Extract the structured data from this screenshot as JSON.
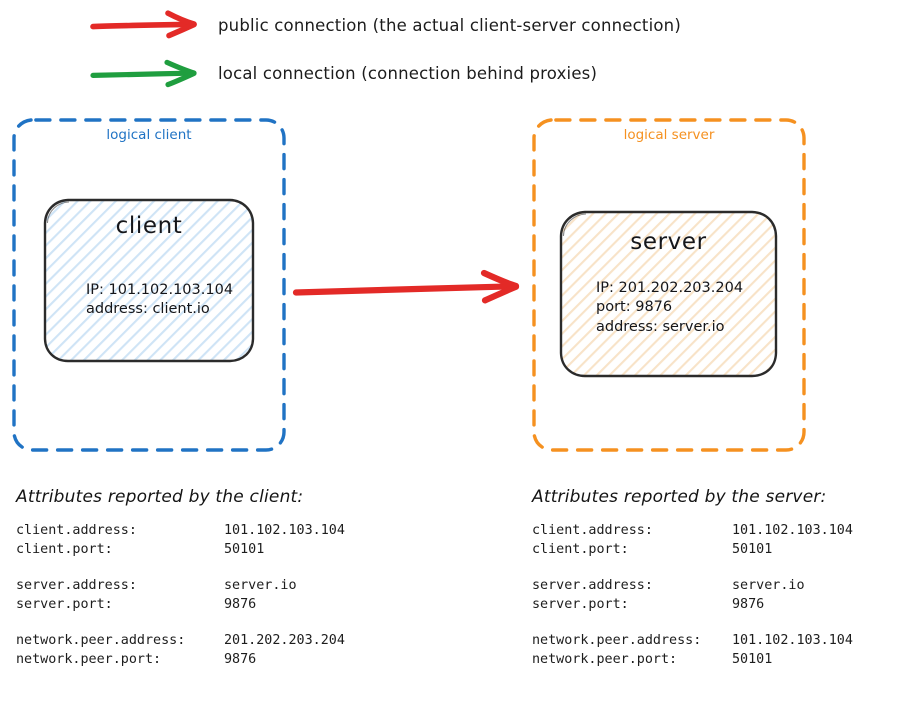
{
  "legend": {
    "items": [
      {
        "icon": "red-arrow-icon",
        "color": "#e32a27",
        "label": "public connection (the actual client-server connection)"
      },
      {
        "icon": "green-arrow-icon",
        "color": "#1f9e3f",
        "label": "local connection (connection behind proxies)"
      }
    ]
  },
  "diagram": {
    "client_group": {
      "title": "logical client",
      "border_color": "#2073c4",
      "node": {
        "title": "client",
        "fill_color": "#e8f2fb",
        "attributes": [
          "IP: 101.102.103.104",
          "address: client.io"
        ]
      }
    },
    "server_group": {
      "title": "logical server",
      "border_color": "#f59120",
      "node": {
        "title": "server",
        "fill_color": "#fdf3e6",
        "attributes": [
          "IP: 201.202.203.204",
          "port: 9876",
          "address: server.io"
        ]
      }
    },
    "public_connection_arrow": {
      "icon": "red-arrow-icon",
      "color": "#e32a27",
      "from": "client",
      "to": "server"
    }
  },
  "client_report": {
    "heading": "Attributes reported by the client:",
    "groups": [
      {
        "rows": [
          {
            "key": "client.address:",
            "value": "101.102.103.104"
          },
          {
            "key": "client.port:",
            "value": "50101"
          }
        ]
      },
      {
        "rows": [
          {
            "key": "server.address:",
            "value": "server.io"
          },
          {
            "key": "server.port:",
            "value": "9876"
          }
        ]
      },
      {
        "rows": [
          {
            "key": "network.peer.address:",
            "value": "201.202.203.204"
          },
          {
            "key": "network.peer.port:",
            "value": "9876"
          }
        ]
      }
    ]
  },
  "server_report": {
    "heading": "Attributes reported by the server:",
    "groups": [
      {
        "rows": [
          {
            "key": "client.address:",
            "value": "101.102.103.104"
          },
          {
            "key": "client.port:",
            "value": "50101"
          }
        ]
      },
      {
        "rows": [
          {
            "key": "server.address:",
            "value": "server.io"
          },
          {
            "key": "server.port:",
            "value": "9876"
          }
        ]
      },
      {
        "rows": [
          {
            "key": "network.peer.address:",
            "value": "101.102.103.104"
          },
          {
            "key": "network.peer.port:",
            "value": "50101"
          }
        ]
      }
    ]
  }
}
